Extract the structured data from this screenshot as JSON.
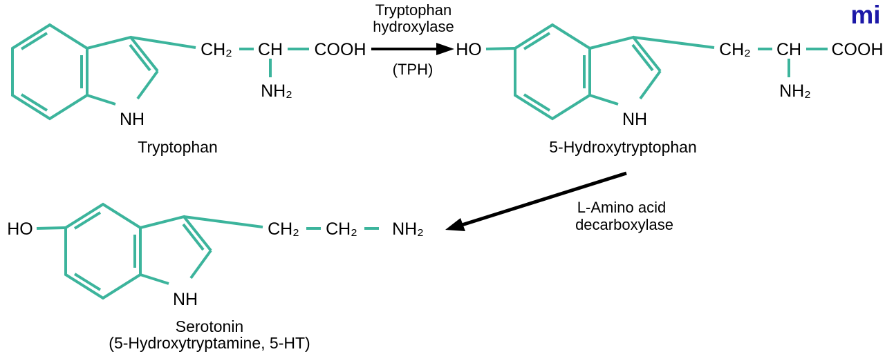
{
  "colors": {
    "bond": "#3cb49c",
    "text": "#000000",
    "arrow": "#000000",
    "logo": "#1c18a8"
  },
  "logo": {
    "text": "mi"
  },
  "reactions": {
    "step1": {
      "enzyme_line1": "Tryptophan",
      "enzyme_line2": "hydroxylase",
      "enzyme_abbrev": "(TPH)"
    },
    "step2": {
      "enzyme_line1": "L-Amino acid",
      "enzyme_line2": "decarboxylase"
    }
  },
  "molecules": {
    "tryptophan": {
      "name": "Tryptophan",
      "nh": "NH",
      "ch2": "CH₂",
      "ch": "CH",
      "cooh": "COOH",
      "nh2": "NH₂"
    },
    "hydroxytryptophan": {
      "name": "5-Hydroxytryptophan",
      "ho": "HO",
      "nh": "NH",
      "ch2": "CH₂",
      "ch": "CH",
      "cooh": "COOH",
      "nh2": "NH₂"
    },
    "serotonin": {
      "name": "Serotonin",
      "alt_name": "(5-Hydroxytryptamine, 5-HT)",
      "ho": "HO",
      "nh": "NH",
      "ch2_a": "CH₂",
      "ch2_b": "CH₂",
      "nh2": "NH₂"
    }
  }
}
